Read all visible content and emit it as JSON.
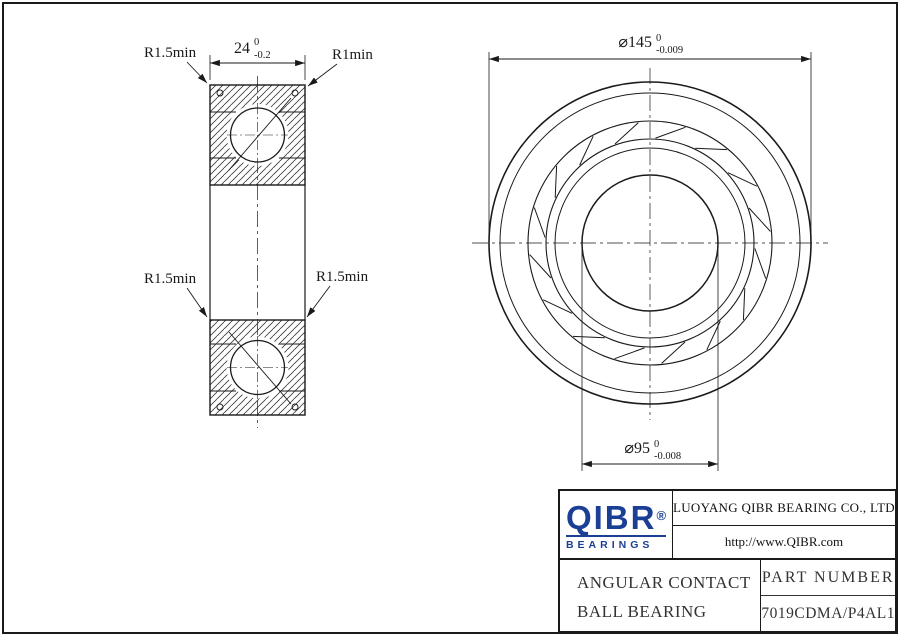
{
  "colors": {
    "ink": "#1a1a1a",
    "logo_blue": "#1b3f94"
  },
  "section_view": {
    "radius_top_left": "R1.5min",
    "radius_top_right": "R1min",
    "radius_bottom_left": "R1.5min",
    "radius_bottom_right": "R1.5min",
    "width_dim": {
      "value": "24",
      "tol_upper": "0",
      "tol_lower": "-0.2"
    }
  },
  "front_view": {
    "outer_dim": {
      "value": "⌀145",
      "tol_upper": "0",
      "tol_lower": "-0.009"
    },
    "bore_dim": {
      "value": "⌀95",
      "tol_upper": "0",
      "tol_lower": "-0.008"
    }
  },
  "title_block": {
    "logo_text": "QIBR",
    "logo_reg": "®",
    "logo_sub": "BEARINGS",
    "company": "LUOYANG QIBR BEARING CO., LTD",
    "website": "http://www.QIBR.com",
    "product_line1": "ANGULAR CONTACT",
    "product_line2": "BALL BEARING",
    "part_label": "PART NUMBER",
    "part_number": "7019CDMA/P4AL1"
  }
}
